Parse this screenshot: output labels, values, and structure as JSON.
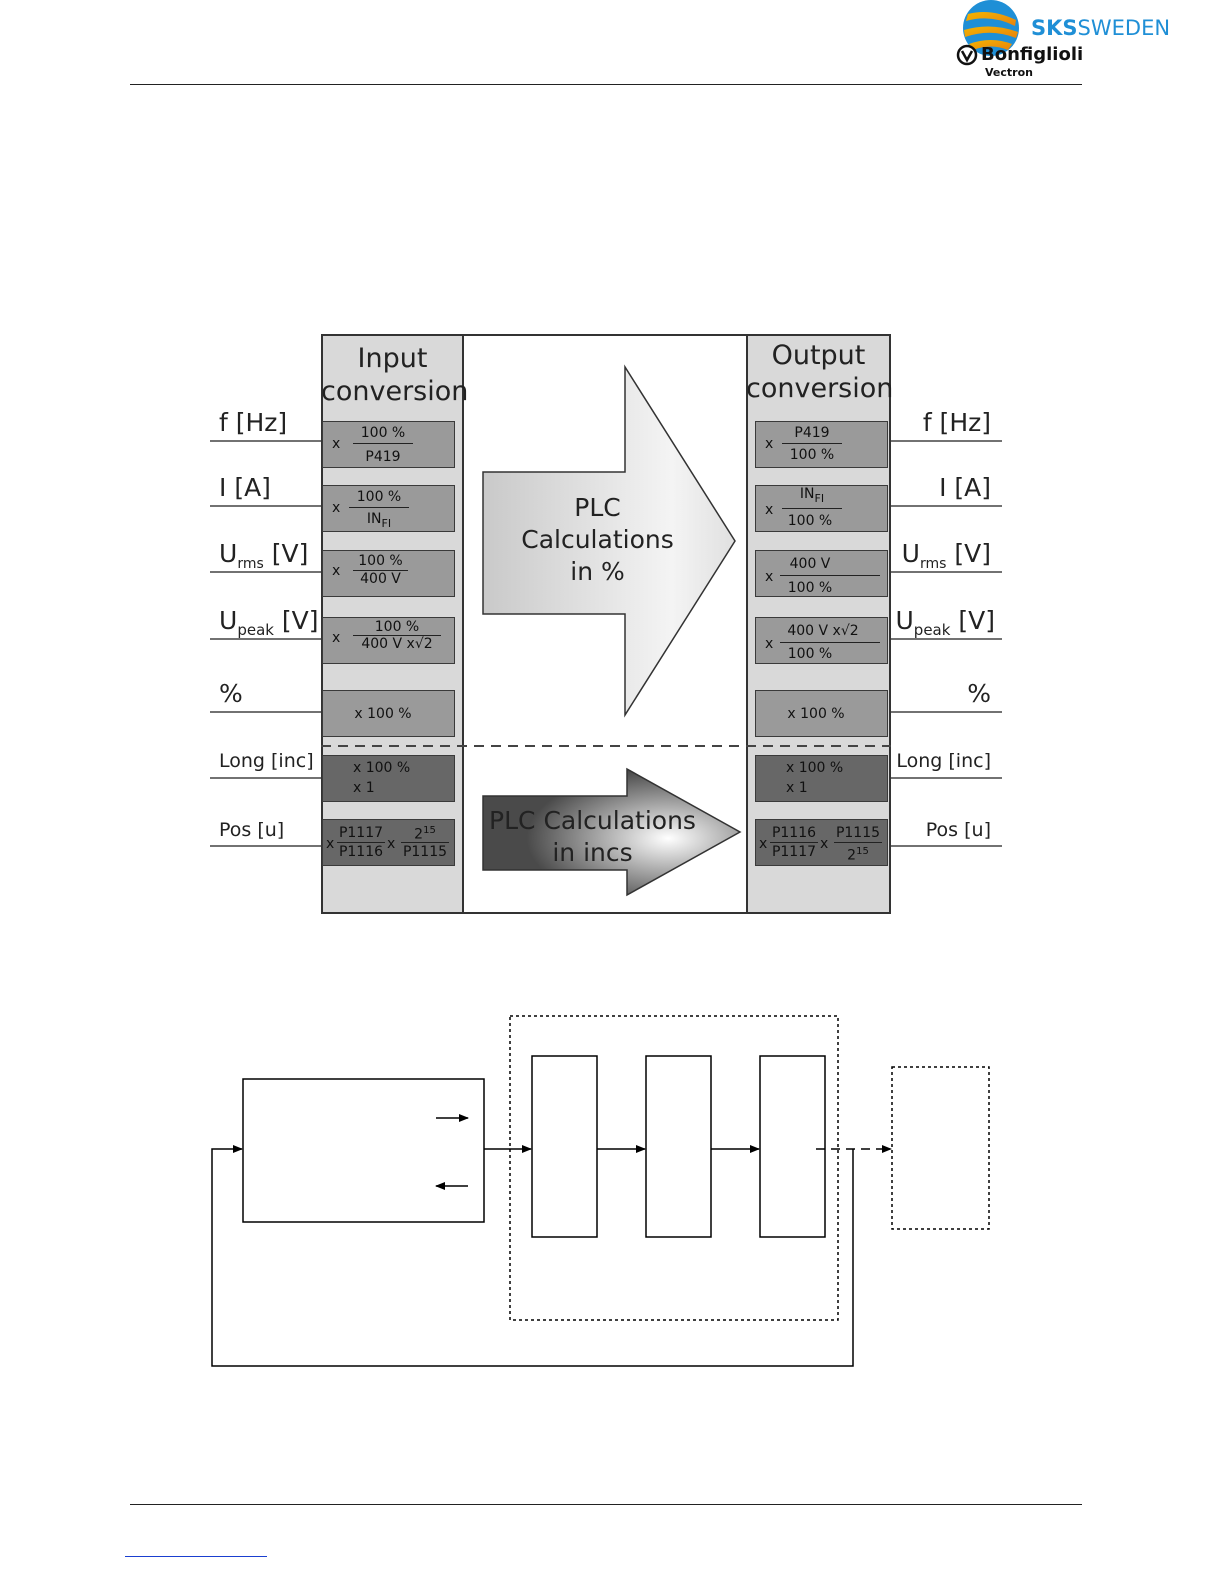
{
  "header": {
    "logo_brand_bold": "SKS",
    "logo_brand_regular": "SWEDEN",
    "logo_partner": "Bonfiglioli",
    "logo_partner_sub": "Vectron"
  },
  "conversion_diagram": {
    "input_title_line1": "Input",
    "input_title_line2": "conversion",
    "output_title_line1": "Output",
    "output_title_line2": "conversion",
    "plc_percent_line1": "PLC",
    "plc_percent_line2": "Calculations",
    "plc_percent_line3": "in %",
    "plc_incs_line1": "PLC Calculations",
    "plc_incs_line2": "in incs",
    "signals": {
      "freq": "f [Hz]",
      "current": "I [A]",
      "urms_main": "U",
      "urms_sub": "rms",
      "urms_unit": "[V]",
      "upeak_main": "U",
      "upeak_sub": "peak",
      "upeak_unit": "[V]",
      "percent": "%",
      "long": "Long [inc]",
      "pos": "Pos [u]"
    },
    "x": "x",
    "input": {
      "freq_num": "100 %",
      "freq_den": "P419",
      "cur_num": "100 %",
      "cur_den_main": "IN",
      "cur_den_sub": "FI",
      "urms_num": "100 %",
      "urms_den": "400 V",
      "upeak_num": "100 %",
      "upeak_den": "400 V x√2",
      "percent": "x 100 %",
      "long_line1": "x 100 %",
      "long_line2": "x 1",
      "pos_a_num": "P1117",
      "pos_a_den": "P1116",
      "pos_b_num_base": "2",
      "pos_b_num_exp": "15",
      "pos_b_den": "P1115"
    },
    "output": {
      "freq_num": "P419",
      "freq_den": "100 %",
      "cur_num_main": "IN",
      "cur_num_sub": "FI",
      "cur_den": "100 %",
      "urms_num": "400 V",
      "urms_den": "100 %",
      "upeak_num": "400 V x√2",
      "upeak_den": "100 %",
      "percent": "x 100 %",
      "long_line1": "x 100 %",
      "long_line2": "x 1",
      "pos_a_num": "P1116",
      "pos_a_den": "P1117",
      "pos_b_num": "P1115",
      "pos_b_den_base": "2",
      "pos_b_den_exp": "15"
    }
  }
}
